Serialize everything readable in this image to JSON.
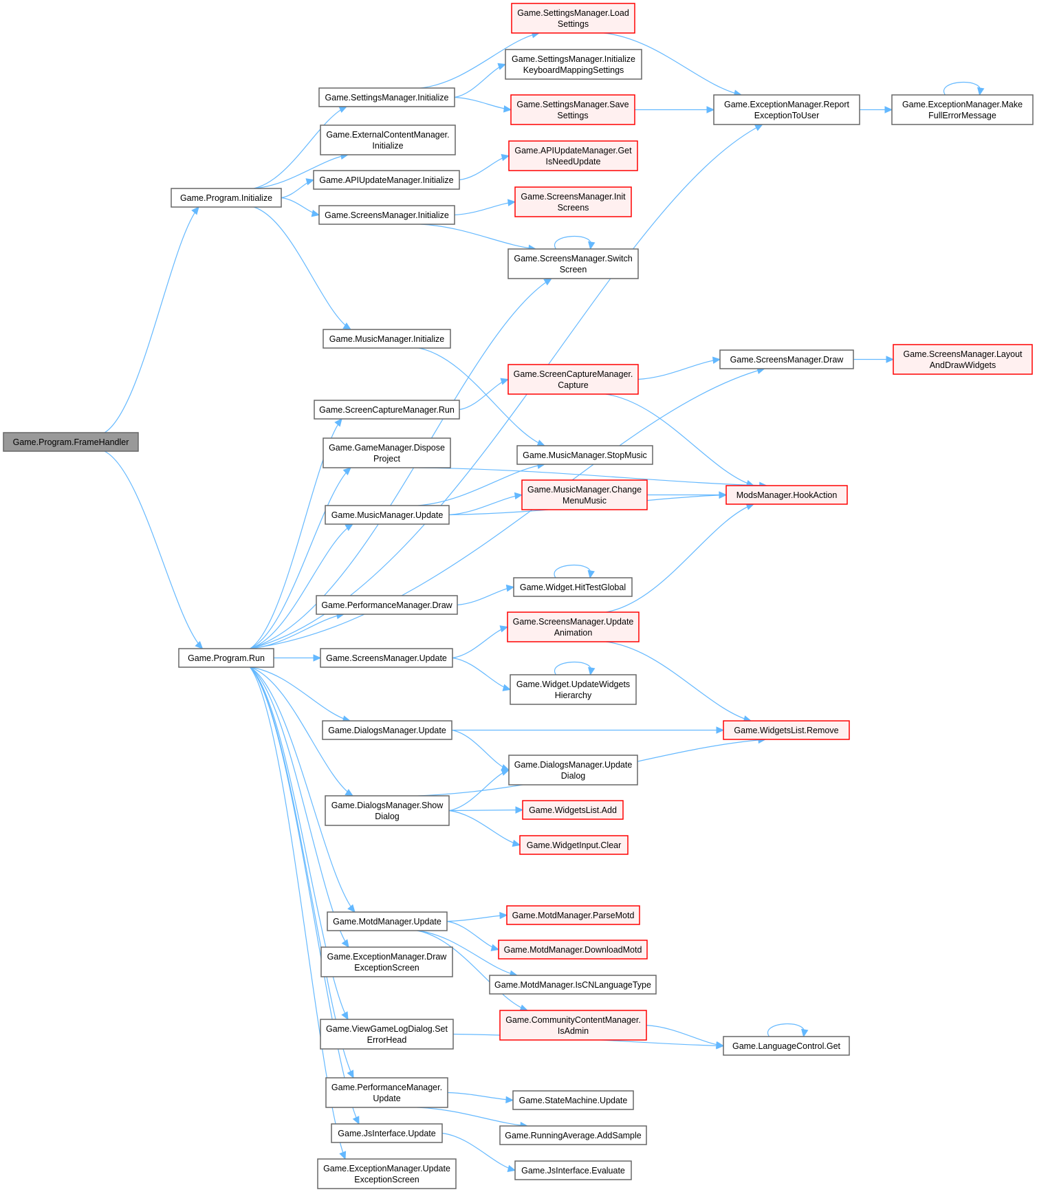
{
  "diagram": {
    "type": "call-graph",
    "root": "frame_handler",
    "colors": {
      "edge": "#63b8ff",
      "root_fill": "#999999",
      "root_border": "#666666",
      "node_fill": "#ffffff",
      "node_border": "#666666",
      "truncated_fill": "#fff0f0",
      "truncated_border": "#ff0000"
    },
    "nodes": [
      {
        "id": "frame_handler",
        "lines": [
          "Game.Program.FrameHandler"
        ],
        "style": "root"
      },
      {
        "id": "prog_init",
        "lines": [
          "Game.Program.Initialize"
        ],
        "style": "normal"
      },
      {
        "id": "prog_run",
        "lines": [
          "Game.Program.Run"
        ],
        "style": "normal"
      },
      {
        "id": "settings_init",
        "lines": [
          "Game.SettingsManager.Initialize"
        ],
        "style": "normal"
      },
      {
        "id": "extcontent_init",
        "lines": [
          "Game.ExternalContentManager.",
          "Initialize"
        ],
        "style": "normal"
      },
      {
        "id": "apiupdate_init",
        "lines": [
          "Game.APIUpdateManager.Initialize"
        ],
        "style": "normal"
      },
      {
        "id": "screens_init",
        "lines": [
          "Game.ScreensManager.Initialize"
        ],
        "style": "normal"
      },
      {
        "id": "music_init",
        "lines": [
          "Game.MusicManager.Initialize"
        ],
        "style": "normal"
      },
      {
        "id": "capture_run",
        "lines": [
          "Game.ScreenCaptureManager.Run"
        ],
        "style": "normal"
      },
      {
        "id": "dispose_project",
        "lines": [
          "Game.GameManager.Dispose",
          "Project"
        ],
        "style": "normal"
      },
      {
        "id": "music_update",
        "lines": [
          "Game.MusicManager.Update"
        ],
        "style": "normal"
      },
      {
        "id": "perf_draw",
        "lines": [
          "Game.PerformanceManager.Draw"
        ],
        "style": "normal"
      },
      {
        "id": "screens_update",
        "lines": [
          "Game.ScreensManager.Update"
        ],
        "style": "normal"
      },
      {
        "id": "dialogs_update",
        "lines": [
          "Game.DialogsManager.Update"
        ],
        "style": "normal"
      },
      {
        "id": "show_dialog",
        "lines": [
          "Game.DialogsManager.Show",
          "Dialog"
        ],
        "style": "normal"
      },
      {
        "id": "motd_update",
        "lines": [
          "Game.MotdManager.Update"
        ],
        "style": "normal"
      },
      {
        "id": "draw_exc_screen",
        "lines": [
          "Game.ExceptionManager.Draw",
          "ExceptionScreen"
        ],
        "style": "normal"
      },
      {
        "id": "set_error_head",
        "lines": [
          "Game.ViewGameLogDialog.Set",
          "ErrorHead"
        ],
        "style": "normal"
      },
      {
        "id": "perf_update",
        "lines": [
          "Game.PerformanceManager.",
          "Update"
        ],
        "style": "normal"
      },
      {
        "id": "js_update",
        "lines": [
          "Game.JsInterface.Update"
        ],
        "style": "normal"
      },
      {
        "id": "update_exc_screen",
        "lines": [
          "Game.ExceptionManager.Update",
          "ExceptionScreen"
        ],
        "style": "normal"
      },
      {
        "id": "load_settings",
        "lines": [
          "Game.SettingsManager.Load",
          "Settings"
        ],
        "style": "truncated"
      },
      {
        "id": "init_keyboard",
        "lines": [
          "Game.SettingsManager.Initialize",
          "KeyboardMappingSettings"
        ],
        "style": "normal"
      },
      {
        "id": "save_settings",
        "lines": [
          "Game.SettingsManager.Save",
          "Settings"
        ],
        "style": "truncated"
      },
      {
        "id": "get_need_update",
        "lines": [
          "Game.APIUpdateManager.Get",
          "IsNeedUpdate"
        ],
        "style": "truncated"
      },
      {
        "id": "init_screens",
        "lines": [
          "Game.ScreensManager.Init",
          "Screens"
        ],
        "style": "truncated"
      },
      {
        "id": "switch_screen",
        "lines": [
          "Game.ScreensManager.Switch",
          "Screen"
        ],
        "style": "normal"
      },
      {
        "id": "capture",
        "lines": [
          "Game.ScreenCaptureManager.",
          "Capture"
        ],
        "style": "truncated"
      },
      {
        "id": "stop_music",
        "lines": [
          "Game.MusicManager.StopMusic"
        ],
        "style": "normal"
      },
      {
        "id": "change_menu_music",
        "lines": [
          "Game.MusicManager.Change",
          "MenuMusic"
        ],
        "style": "truncated"
      },
      {
        "id": "hit_test_global",
        "lines": [
          "Game.Widget.HitTestGlobal"
        ],
        "style": "normal"
      },
      {
        "id": "update_animation",
        "lines": [
          "Game.ScreensManager.Update",
          "Animation"
        ],
        "style": "truncated"
      },
      {
        "id": "update_widgets_hierarchy",
        "lines": [
          "Game.Widget.UpdateWidgets",
          "Hierarchy"
        ],
        "style": "normal"
      },
      {
        "id": "update_dialog",
        "lines": [
          "Game.DialogsManager.Update",
          "Dialog"
        ],
        "style": "normal"
      },
      {
        "id": "widgets_add",
        "lines": [
          "Game.WidgetsList.Add"
        ],
        "style": "truncated"
      },
      {
        "id": "widget_input_clear",
        "lines": [
          "Game.WidgetInput.Clear"
        ],
        "style": "truncated"
      },
      {
        "id": "parse_motd",
        "lines": [
          "Game.MotdManager.ParseMotd"
        ],
        "style": "truncated"
      },
      {
        "id": "download_motd",
        "lines": [
          "Game.MotdManager.DownloadMotd"
        ],
        "style": "truncated"
      },
      {
        "id": "is_cn_language",
        "lines": [
          "Game.MotdManager.IsCNLanguageType"
        ],
        "style": "normal"
      },
      {
        "id": "is_admin",
        "lines": [
          "Game.CommunityContentManager.",
          "IsAdmin"
        ],
        "style": "truncated"
      },
      {
        "id": "state_machine_update",
        "lines": [
          "Game.StateMachine.Update"
        ],
        "style": "normal"
      },
      {
        "id": "add_sample",
        "lines": [
          "Game.RunningAverage.AddSample"
        ],
        "style": "normal"
      },
      {
        "id": "js_evaluate",
        "lines": [
          "Game.JsInterface.Evaluate"
        ],
        "style": "normal"
      },
      {
        "id": "report_exception",
        "lines": [
          "Game.ExceptionManager.Report",
          "ExceptionToUser"
        ],
        "style": "normal"
      },
      {
        "id": "make_full_error",
        "lines": [
          "Game.ExceptionManager.Make",
          "FullErrorMessage"
        ],
        "style": "normal"
      },
      {
        "id": "screens_draw",
        "lines": [
          "Game.ScreensManager.Draw"
        ],
        "style": "normal"
      },
      {
        "id": "layout_draw_widgets",
        "lines": [
          "Game.ScreensManager.Layout",
          "AndDrawWidgets"
        ],
        "style": "truncated"
      },
      {
        "id": "hook_action",
        "lines": [
          "ModsManager.HookAction"
        ],
        "style": "truncated"
      },
      {
        "id": "widgets_remove",
        "lines": [
          "Game.WidgetsList.Remove"
        ],
        "style": "truncated"
      },
      {
        "id": "language_get",
        "lines": [
          "Game.LanguageControl.Get"
        ],
        "style": "normal"
      }
    ],
    "edges": [
      [
        "frame_handler",
        "prog_init"
      ],
      [
        "frame_handler",
        "prog_run"
      ],
      [
        "prog_init",
        "settings_init"
      ],
      [
        "prog_init",
        "extcontent_init"
      ],
      [
        "prog_init",
        "apiupdate_init"
      ],
      [
        "prog_init",
        "screens_init"
      ],
      [
        "prog_init",
        "music_init"
      ],
      [
        "settings_init",
        "load_settings"
      ],
      [
        "settings_init",
        "init_keyboard"
      ],
      [
        "settings_init",
        "save_settings"
      ],
      [
        "apiupdate_init",
        "get_need_update"
      ],
      [
        "screens_init",
        "init_screens"
      ],
      [
        "screens_init",
        "switch_screen"
      ],
      [
        "switch_screen",
        "switch_screen"
      ],
      [
        "load_settings",
        "report_exception"
      ],
      [
        "save_settings",
        "report_exception"
      ],
      [
        "report_exception",
        "make_full_error"
      ],
      [
        "make_full_error",
        "make_full_error"
      ],
      [
        "music_init",
        "stop_music"
      ],
      [
        "prog_run",
        "switch_screen"
      ],
      [
        "prog_run",
        "report_exception"
      ],
      [
        "prog_run",
        "screens_draw"
      ],
      [
        "prog_run",
        "capture_run"
      ],
      [
        "prog_run",
        "dispose_project"
      ],
      [
        "prog_run",
        "music_update"
      ],
      [
        "prog_run",
        "perf_draw"
      ],
      [
        "prog_run",
        "screens_update"
      ],
      [
        "prog_run",
        "dialogs_update"
      ],
      [
        "prog_run",
        "show_dialog"
      ],
      [
        "prog_run",
        "motd_update"
      ],
      [
        "prog_run",
        "draw_exc_screen"
      ],
      [
        "prog_run",
        "set_error_head"
      ],
      [
        "prog_run",
        "perf_update"
      ],
      [
        "prog_run",
        "js_update"
      ],
      [
        "prog_run",
        "update_exc_screen"
      ],
      [
        "screens_draw",
        "layout_draw_widgets"
      ],
      [
        "capture_run",
        "capture"
      ],
      [
        "capture",
        "screens_draw"
      ],
      [
        "capture",
        "hook_action"
      ],
      [
        "dispose_project",
        "hook_action"
      ],
      [
        "music_update",
        "stop_music"
      ],
      [
        "music_update",
        "change_menu_music"
      ],
      [
        "music_update",
        "hook_action"
      ],
      [
        "change_menu_music",
        "hook_action"
      ],
      [
        "perf_draw",
        "hit_test_global"
      ],
      [
        "hit_test_global",
        "hit_test_global"
      ],
      [
        "screens_update",
        "update_animation"
      ],
      [
        "screens_update",
        "update_widgets_hierarchy"
      ],
      [
        "update_widgets_hierarchy",
        "update_widgets_hierarchy"
      ],
      [
        "update_animation",
        "hook_action"
      ],
      [
        "update_animation",
        "widgets_remove"
      ],
      [
        "dialogs_update",
        "widgets_remove"
      ],
      [
        "dialogs_update",
        "update_dialog"
      ],
      [
        "show_dialog",
        "update_dialog"
      ],
      [
        "show_dialog",
        "widgets_add"
      ],
      [
        "show_dialog",
        "widget_input_clear"
      ],
      [
        "show_dialog",
        "widgets_remove"
      ],
      [
        "motd_update",
        "parse_motd"
      ],
      [
        "motd_update",
        "download_motd"
      ],
      [
        "motd_update",
        "is_cn_language"
      ],
      [
        "motd_update",
        "is_admin"
      ],
      [
        "is_admin",
        "language_get"
      ],
      [
        "set_error_head",
        "language_get"
      ],
      [
        "language_get",
        "language_get"
      ],
      [
        "perf_update",
        "state_machine_update"
      ],
      [
        "perf_update",
        "add_sample"
      ],
      [
        "js_update",
        "js_evaluate"
      ]
    ]
  }
}
